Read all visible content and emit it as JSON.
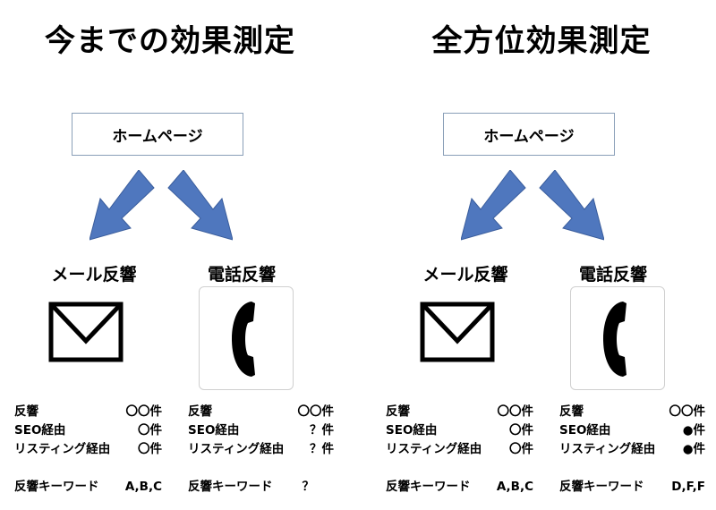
{
  "left": {
    "title": "今までの効果測定",
    "homepage": "ホームページ",
    "mail_label": "メール反響",
    "phone_label": "電話反響",
    "mail_stats": {
      "rows": [
        {
          "label": "反響",
          "value": "〇〇件"
        },
        {
          "label": "SEO経由",
          "value": "〇件"
        },
        {
          "label": "リスティング経由",
          "value": "〇件"
        }
      ],
      "keyword_label": "反響キーワード",
      "keyword_value": "A,B,C"
    },
    "phone_stats": {
      "rows": [
        {
          "label": "反響",
          "value": "〇〇件"
        },
        {
          "label": "SEO経由",
          "value": "？件"
        },
        {
          "label": "リスティング経由",
          "value": "？件"
        }
      ],
      "keyword_label": "反響キーワード",
      "keyword_value": "？"
    }
  },
  "right": {
    "title": "全方位効果測定",
    "homepage": "ホームページ",
    "mail_label": "メール反響",
    "phone_label": "電話反響",
    "mail_stats": {
      "rows": [
        {
          "label": "反響",
          "value": "〇〇件"
        },
        {
          "label": "SEO経由",
          "value": "〇件"
        },
        {
          "label": "リスティング経由",
          "value": "〇件"
        }
      ],
      "keyword_label": "反響キーワード",
      "keyword_value": "A,B,C"
    },
    "phone_stats": {
      "rows": [
        {
          "label": "反響",
          "value": "〇〇件"
        },
        {
          "label": "SEO経由",
          "value": "●件"
        },
        {
          "label": "リスティング経由",
          "value": "●件"
        }
      ],
      "keyword_label": "反響キーワード",
      "keyword_value": "D,F,F"
    }
  },
  "colors": {
    "arrow_fill": "#4f77be",
    "arrow_stroke": "#3a5d9c",
    "box_border": "#8a9fb8"
  },
  "icons": {
    "mail": "envelope-icon",
    "phone": "telephone-handset-icon"
  }
}
